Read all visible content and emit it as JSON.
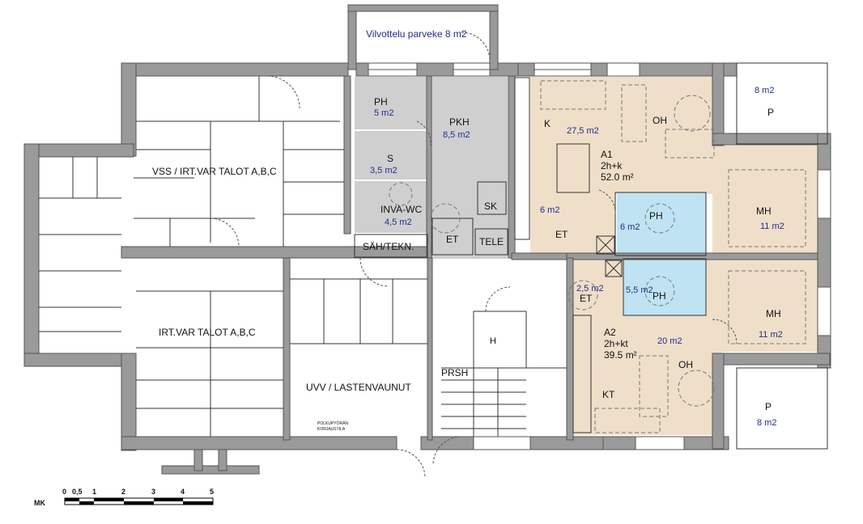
{
  "rooms": {
    "balcony_label": "Vilvottelu parveke 8 m2",
    "ph": "PH",
    "ph_area": "5 m2",
    "pkh": "PKH",
    "pkh_area": "8,5 m2",
    "s": "S",
    "s_area": "3,5 m2",
    "inva": "INVA-WC",
    "inva_area": "4,5 m2",
    "sk": "SK",
    "et": "ET",
    "tele": "TELE",
    "sah": "SÄH/TEKN.",
    "vss": "VSS / IRT.VAR TALOT A,B,C",
    "irt": "IRT.VAR TALOT A,B,C",
    "uvv": "UVV / LASTENVAUNUT",
    "bike_line1": "POLKUPYÖRÄN",
    "bike_line2": "KORJAUSTILA",
    "prsh": "PRSH",
    "h": "H"
  },
  "apartment_a1": {
    "k": "K",
    "k_area": "27,5 m2",
    "oh": "OH",
    "id": "A1",
    "type": "2h+k",
    "area": "52.0 m²",
    "et_area": "6 m2",
    "et": "ET",
    "ph": "PH",
    "ph_area": "6 m2",
    "mh": "MH",
    "mh_area": "11 m2",
    "balcony_area": "8 m2",
    "balcony": "P"
  },
  "apartment_a2": {
    "et_area": "2,5 m2",
    "et": "ET",
    "ph": "PH",
    "ph_area": "5,5 m2",
    "id": "A2",
    "type": "2h+kt",
    "area": "39.5 m²",
    "oh_area": "20 m2",
    "oh": "OH",
    "kt": "KT",
    "mh": "MH",
    "mh_area": "11 m2",
    "balcony": "P",
    "balcony_area": "8 m2"
  },
  "scale": {
    "mk": "MK",
    "ticks": [
      "0",
      "0,5",
      "1",
      "2",
      "3",
      "4",
      "5"
    ]
  },
  "colors": {
    "apartment_fill": "#efdfc9",
    "bathroom_fill": "#bfe3f2",
    "service_fill": "#cfcfcf",
    "wall_fill": "#9a9a9a",
    "area_text": "#1f2e8c"
  }
}
